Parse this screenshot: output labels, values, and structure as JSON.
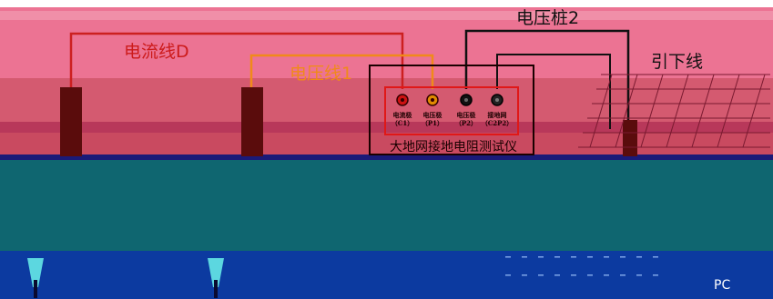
{
  "labels": {
    "current_wire": "电流线D",
    "voltage_wire": "电压线1",
    "voltage_stake": "电压桩2",
    "down_conductor": "引下线",
    "instrument_name": "大地网接地电阻测试仪",
    "corner_label": "PC"
  },
  "terminals": [
    {
      "name": "电流极",
      "code": "（C1）",
      "color": "#cc1111"
    },
    {
      "name": "电压极",
      "code": "（P1）",
      "color": "#e08a00"
    },
    {
      "name": "电压极",
      "code": "（P2）",
      "color": "#111111"
    },
    {
      "name": "接地网",
      "code": "（C2P2）",
      "color": "#222222"
    }
  ],
  "colors": {
    "sky_top": "#ffffff",
    "sky_pink": "#ec7393",
    "ground_band": "#c94a60",
    "current_wire": "#cc2020",
    "voltage_wire": "#f08a1a",
    "stake": "#5a0c0c",
    "soil": "#0f6670",
    "water": "#0c3aa0",
    "road_line": "#1a1a78"
  }
}
